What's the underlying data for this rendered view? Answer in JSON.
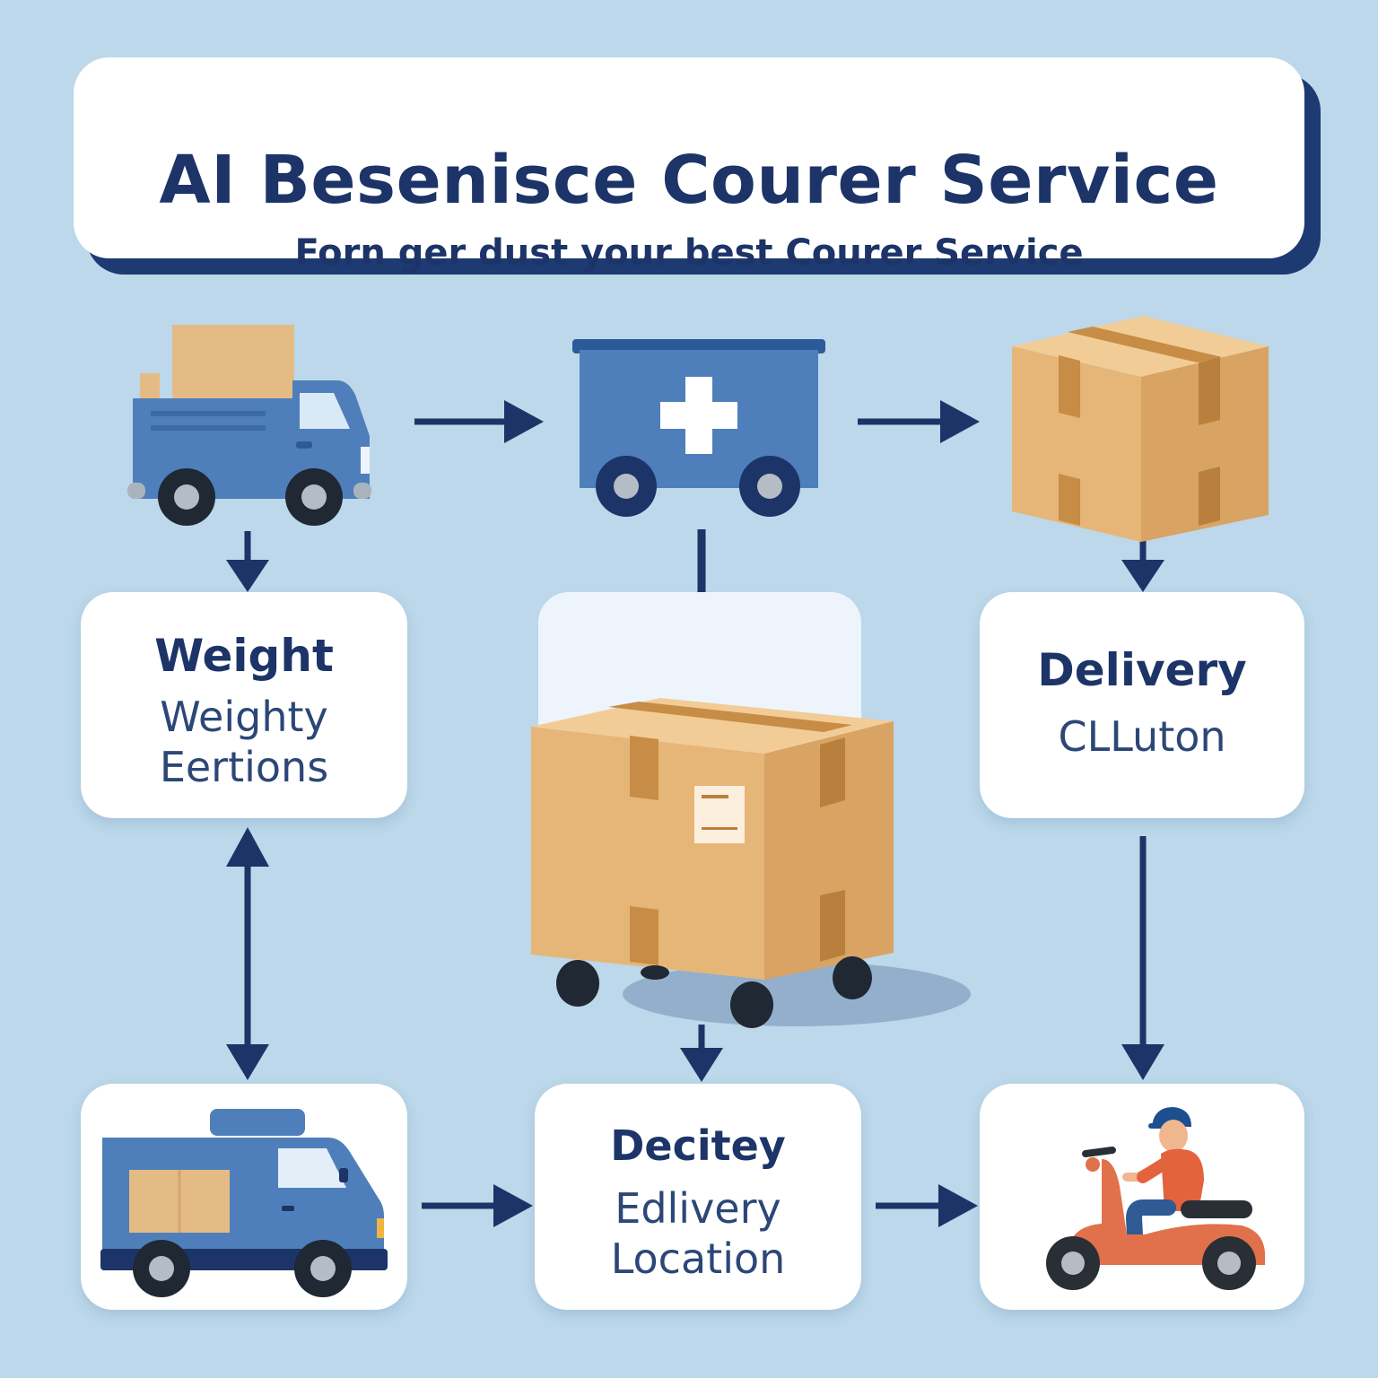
{
  "header": {
    "title": "AI Besenisce Courer Service",
    "subtitle": "Forn ger dust your best Courer Service"
  },
  "cards": {
    "weight": {
      "title": "Weight",
      "line1": "Weighty",
      "line2": "Eertions"
    },
    "delivery": {
      "title": "Delivery",
      "line1": "CLLuton"
    },
    "decitey": {
      "title": "Decitey",
      "line1": "Edlivery",
      "line2": "Location"
    }
  },
  "colors": {
    "background": "#bcd8ea",
    "navy": "#1c3468",
    "truck_blue": "#4f7fba",
    "box_tan": "#e2b77e",
    "scooter_orange": "#e0714a"
  },
  "icons": [
    "delivery-truck-icon",
    "medical-van-icon",
    "cardboard-box-icon",
    "box-cart-icon",
    "box-truck-icon",
    "scooter-rider-icon"
  ]
}
